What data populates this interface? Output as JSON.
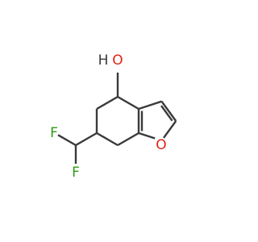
{
  "molecule": {
    "colors": {
      "bond": "#3a3a3a",
      "oxygen": "#e0221b",
      "fluorine": "#2d9b16",
      "hydroxyl_h": "#3a3a3a",
      "background": "#ffffff"
    },
    "labels": {
      "hydroxyl_h": "H",
      "hydroxyl_o": "O",
      "ring_o": "O",
      "fluorine_top": "F",
      "fluorine_bottom": "F"
    }
  }
}
